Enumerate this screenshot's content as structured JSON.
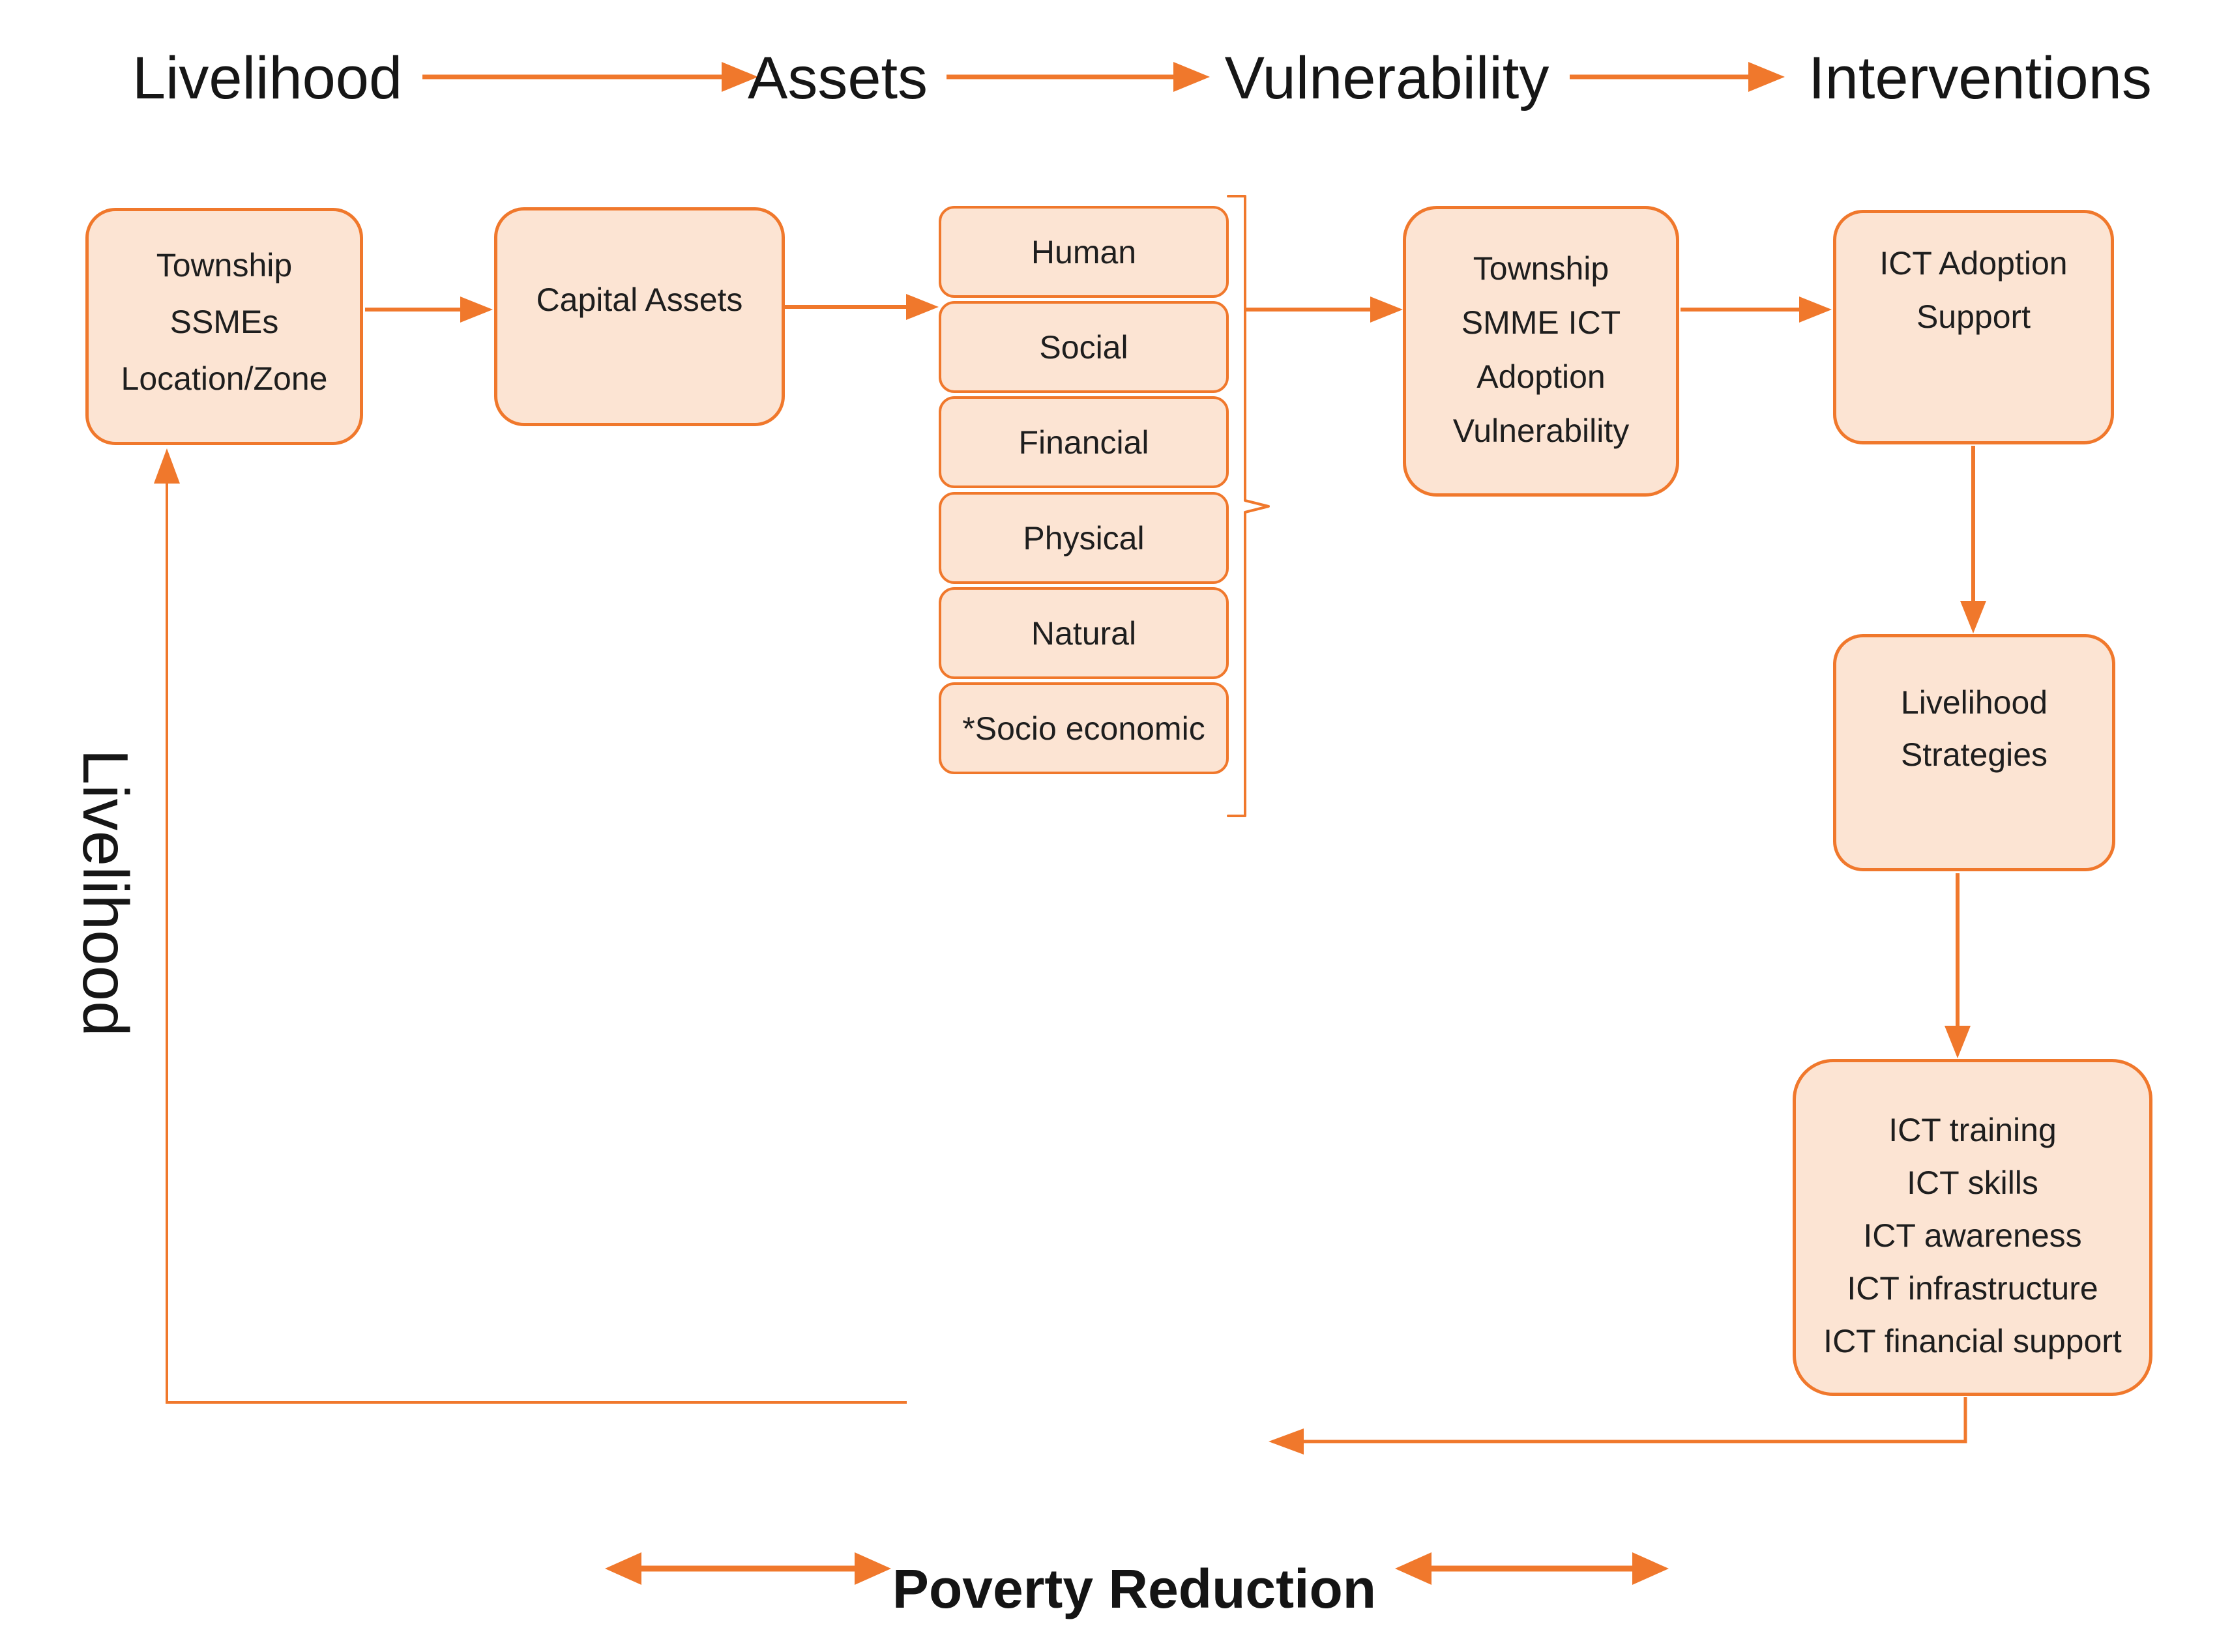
{
  "header": {
    "steps": [
      "Livelihood",
      "Assets",
      "Vulnerability",
      "Interventions"
    ]
  },
  "side_label": "Livelihood",
  "nodes": {
    "township_ssmes": {
      "lines": [
        "Township",
        "SSMEs",
        "Location/Zone"
      ]
    },
    "capital_assets": {
      "label": "Capital Assets"
    },
    "asset_types": [
      "Human",
      "Social",
      "Financial",
      "Physical",
      "Natural",
      "*Socio economic"
    ],
    "smme_ict_vulnerability": {
      "lines": [
        "Township",
        "SMME ICT",
        "Adoption",
        "Vulnerability"
      ]
    },
    "ict_adoption_support": {
      "lines": [
        "ICT Adoption",
        "Support"
      ]
    },
    "livelihood_strategies": {
      "lines": [
        "Livelihood",
        "Strategies"
      ]
    },
    "ict_interventions": {
      "lines": [
        "ICT training",
        "ICT skills",
        "ICT awareness",
        "ICT infrastructure",
        "ICT financial support"
      ]
    }
  },
  "footer": {
    "label": "Poverty Reduction"
  },
  "colors": {
    "accent": "#F0782C",
    "box_fill": "#FCE4D3",
    "text": "#1E1E1E"
  }
}
